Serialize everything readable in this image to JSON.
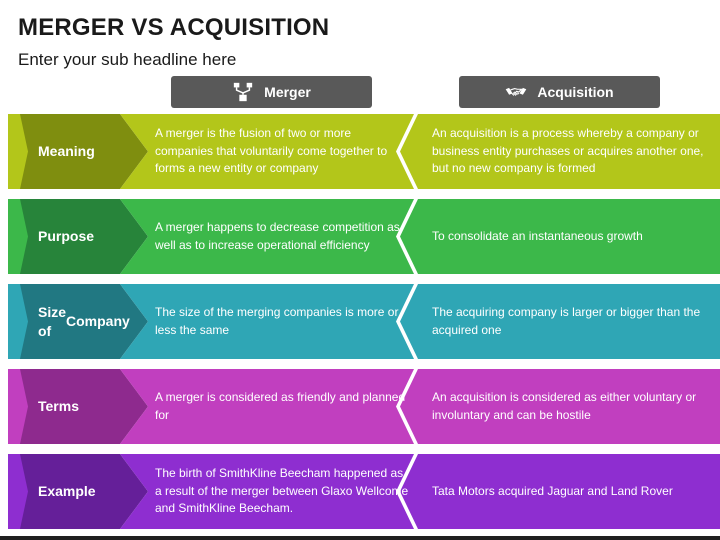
{
  "title": "MERGER VS ACQUISITION",
  "subtitle": "Enter your sub headline here",
  "columns": {
    "merger": {
      "label": "Merger",
      "icon": "merger-icon"
    },
    "acquisition": {
      "label": "Acquisition",
      "icon": "handshake-icon"
    }
  },
  "rows": [
    {
      "label_line1": "Meaning",
      "label_line2": "",
      "merger": "A merger is the fusion of two or more companies that voluntarily come together to forms a new entity or company",
      "acquisition": "An acquisition is a process whereby a company or business entity purchases or acquires another one, but no new company is formed",
      "color": "#b3c61a",
      "dark": "#7f8e0f"
    },
    {
      "label_line1": "Purpose",
      "label_line2": "",
      "merger": "A merger happens to decrease competition as well as to increase operational efficiency",
      "acquisition": "To consolidate an instantaneous growth",
      "color": "#3cb84a",
      "dark": "#27843a"
    },
    {
      "label_line1": "Size of",
      "label_line2": "Company",
      "merger": "The size of the merging companies is more or less the same",
      "acquisition": "The acquiring company is larger or bigger than the acquired one",
      "color": "#2fa6b5",
      "dark": "#217882"
    },
    {
      "label_line1": "Terms",
      "label_line2": "",
      "merger": "A merger is considered as friendly and planned for",
      "acquisition": "An acquisition is considered as either voluntary or involuntary and can be hostile",
      "color": "#c13fbf",
      "dark": "#8e2a8e"
    },
    {
      "label_line1": "Example",
      "label_line2": "",
      "merger": "The birth of SmithKline Beecham happened as a result of the merger between Glaxo Wellcome and SmithKline Beecham.",
      "acquisition": "Tata Motors acquired Jaguar and Land Rover",
      "color": "#8e2ed0",
      "dark": "#651f99"
    }
  ]
}
